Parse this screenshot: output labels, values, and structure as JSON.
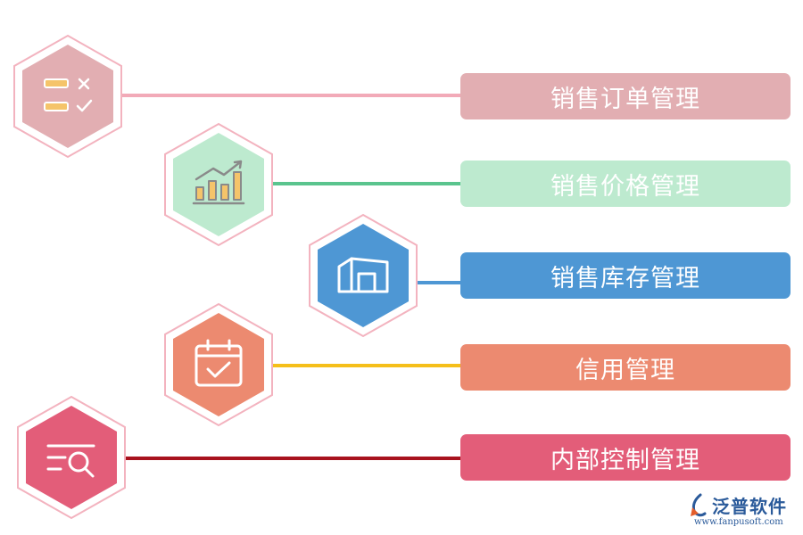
{
  "items": [
    {
      "label": "销售订单管理",
      "icon": "checklist-icon",
      "fill": "#e2aeb2",
      "line": "#f2aab8",
      "pill": "#e2aeb2",
      "text": "#ffffff"
    },
    {
      "label": "销售价格管理",
      "icon": "bar-chart-trend-icon",
      "fill": "#bdeacf",
      "line": "#5ac48e",
      "pill": "#bdeacf",
      "text": "#ffffff"
    },
    {
      "label": "销售库存管理",
      "icon": "warehouse-icon",
      "fill": "#4e97d4",
      "line": "#4e97d4",
      "pill": "#4e97d4",
      "text": "#ffffff"
    },
    {
      "label": "信用管理",
      "icon": "calendar-check-icon",
      "fill": "#ec8a70",
      "line": "#f5bf1a",
      "pill": "#ec8a70",
      "text": "#ffffff"
    },
    {
      "label": "内部控制管理",
      "icon": "search-list-icon",
      "fill": "#e35d79",
      "line": "#a8121e",
      "pill": "#e35d79",
      "text": "#ffffff"
    }
  ],
  "colors": {
    "hex_outline": "#f3b3bf"
  },
  "logo": {
    "brand": "泛普软件",
    "url": "www.fanpusoft.com"
  }
}
